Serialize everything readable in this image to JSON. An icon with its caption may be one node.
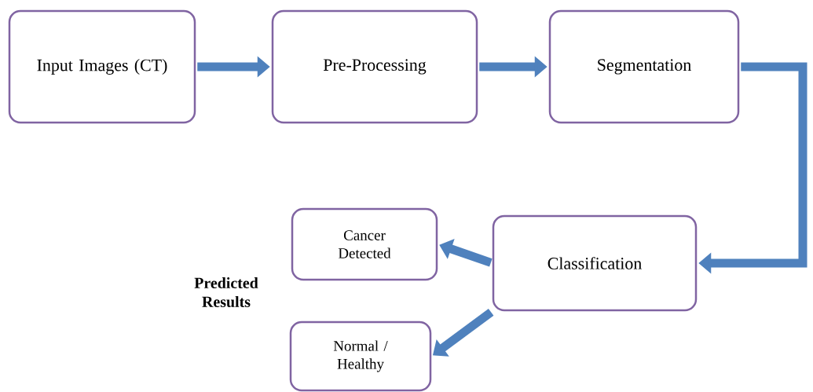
{
  "diagram": {
    "nodes": [
      {
        "text": [
          "Input Images (CT)"
        ]
      },
      {
        "text": [
          "Pre-Processing"
        ]
      },
      {
        "text": [
          "Segmentation"
        ]
      },
      {
        "text": [
          "Classification"
        ]
      },
      {
        "text": [
          "Cancer Detected"
        ]
      },
      {
        "text": [
          "Normal / Healthy"
        ]
      }
    ],
    "edges": [
      {
        "from": 0,
        "to": 1,
        "arrow": "to"
      },
      {
        "from": 1,
        "to": 2,
        "arrow": "to"
      },
      {
        "from": 2,
        "to": 3,
        "arrow": "to"
      },
      {
        "from": 3,
        "to": 4,
        "arrow": "to"
      },
      {
        "from": 3,
        "to": 5,
        "arrow": "to"
      }
    ],
    "labels": [
      "**Predicted** **Results**"
    ]
  }
}
